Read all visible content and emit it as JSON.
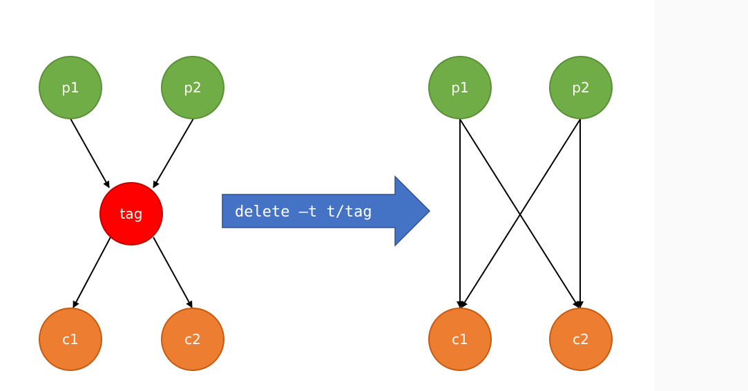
{
  "colors": {
    "parent": "#70AD47",
    "parent_stroke": "#5A8F37",
    "tag": "#FF0000",
    "tag_stroke": "#C00000",
    "child": "#ED7D31",
    "child_stroke": "#C55A11",
    "arrow": "#4472C4",
    "edge": "#000000"
  },
  "before": {
    "p1": "p1",
    "p2": "p2",
    "tag": "tag",
    "c1": "c1",
    "c2": "c2"
  },
  "operation": {
    "label": "delete –t t/tag"
  },
  "after": {
    "p1": "p1",
    "p2": "p2",
    "c1": "c1",
    "c2": "c2"
  }
}
